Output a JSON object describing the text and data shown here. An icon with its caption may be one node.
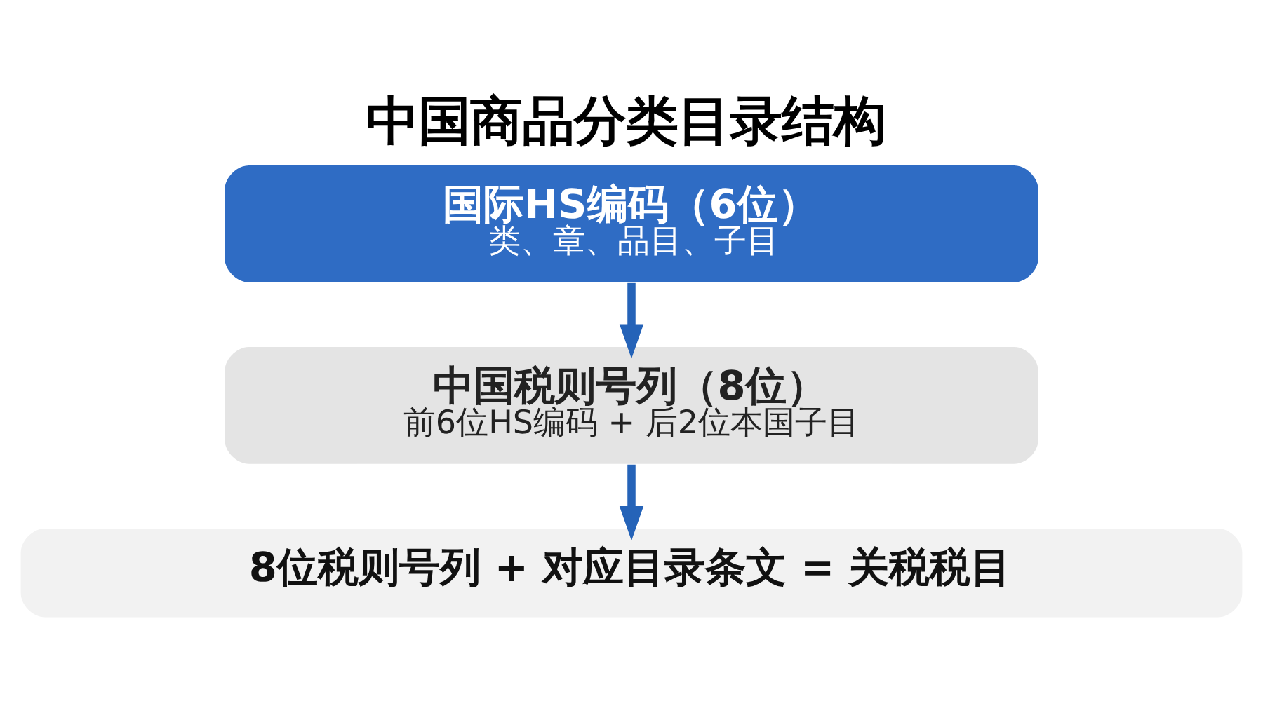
{
  "diagram": {
    "title": "中国商品分类目录结构",
    "nodes": [
      {
        "text": [
          "国际HS编码（6位）",
          "类、章、品目、子目"
        ]
      },
      {
        "text": [
          "中国税则号列（8位）",
          "前6位HS编码 + 后2位本国子目"
        ]
      },
      {
        "text": [
          "8位税则号列 + 对应目录条文 = 关税税目"
        ]
      }
    ],
    "edges": [
      {
        "from": 0,
        "to": 1,
        "arrow": "to"
      },
      {
        "from": 1,
        "to": 2,
        "arrow": "to"
      }
    ]
  }
}
